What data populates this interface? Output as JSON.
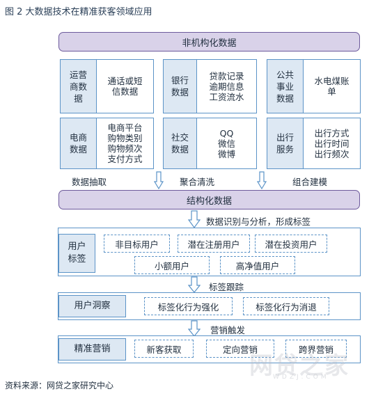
{
  "figure_title": "图 2  大数据技术在精准获客领域应用",
  "unstructured_data": "非机构化数据",
  "sources": [
    {
      "label": "运营\n商数\n据",
      "text": "通话或短\n信数据"
    },
    {
      "label": "银行\n数据",
      "text": "贷款记录\n逾期信息\n工资流水"
    },
    {
      "label": "公共\n事业\n数据",
      "text": "水电煤账\n单"
    },
    {
      "label": "电商\n数据",
      "text": "电商平台\n购物类别\n购物频次\n支付方式"
    },
    {
      "label": "社交\n数据",
      "text": "QQ\n微信\n微博"
    },
    {
      "label": "出行\n服务",
      "text": "出行方式\n出行时间\n出行频次"
    }
  ],
  "process_steps": [
    "数据抽取",
    "聚合清洗",
    "组合建模"
  ],
  "structured_data": "结构化数据",
  "step_identify": "数据识别与分析，形成标签",
  "user_tags": {
    "label": "用户\n标签",
    "tags": [
      "非目标用户",
      "潜在注册用户",
      "潜在投资用户",
      "小额用户",
      "高净值用户"
    ]
  },
  "step_tracking": "标签跟踪",
  "user_insight": {
    "label": "用户洞察",
    "tags": [
      "标签化行为强化",
      "标签化行为消退"
    ]
  },
  "step_marketing": "营销触发",
  "precision_marketing": {
    "label": "精准营销",
    "tags": [
      "新客获取",
      "定向营销",
      "跨界营销"
    ]
  },
  "source_note": "资料来源：网贷之家研究中心",
  "watermark": {
    "main": "网贷之家",
    "sub": "WDZJ.COM"
  }
}
